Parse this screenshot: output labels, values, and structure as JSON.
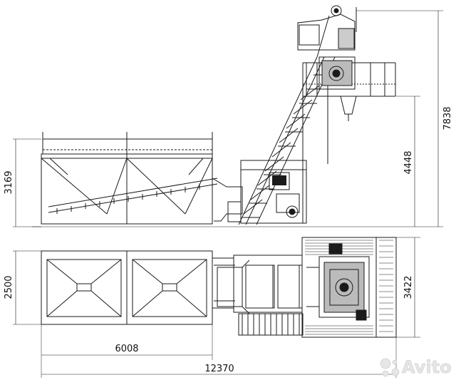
{
  "dimensions": {
    "overall_height": "7838",
    "platform_height": "4448",
    "bin_height": "3169",
    "plan_width": "2500",
    "plan_depth": "3422",
    "bin_length": "6008",
    "overall_length": "12370"
  },
  "watermark": {
    "text": "Avito",
    "icon": "avito-logo-icon"
  },
  "colors": {
    "line": "#1a1a1a",
    "background": "#ffffff",
    "watermark": "#e0e0e0"
  }
}
